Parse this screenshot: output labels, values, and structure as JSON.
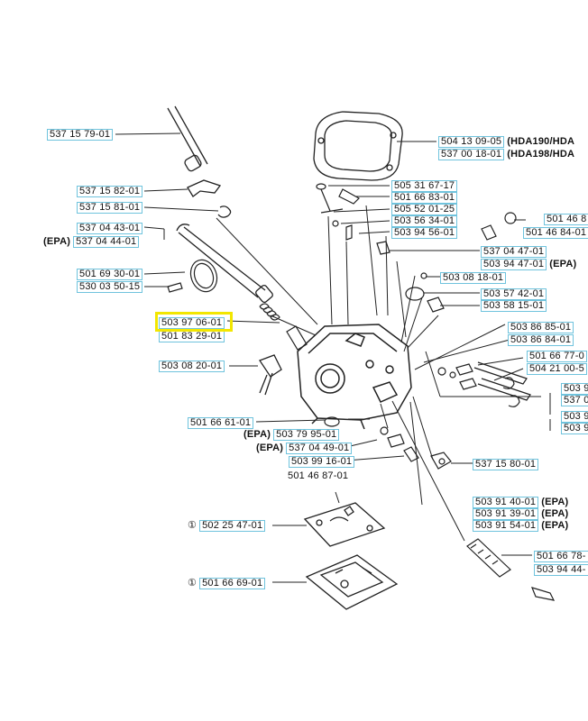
{
  "accent_colors": {
    "label_box": "#6fc3dd",
    "highlight": "#f2e600",
    "line": "#222222"
  },
  "labels": [
    {
      "id": "l1",
      "part": "537 15 79-01"
    },
    {
      "id": "l2",
      "part": "504 13 09-05",
      "suffix": "(HDA190/HDA"
    },
    {
      "id": "l3",
      "part": "537 00 18-01",
      "suffix": "(HDA198/HDA"
    },
    {
      "id": "l4",
      "part": "505 31 67-17"
    },
    {
      "id": "l5",
      "part": "501 66 83-01"
    },
    {
      "id": "l6",
      "part": "505 52 01-25"
    },
    {
      "id": "l7",
      "part": "503 56 34-01"
    },
    {
      "id": "l8",
      "part": "503 94 56-01"
    },
    {
      "id": "l9",
      "part": "537 15 82-01"
    },
    {
      "id": "l10",
      "part": "537 15 81-01"
    },
    {
      "id": "l11",
      "part": "537 04 43-01"
    },
    {
      "id": "l12",
      "prefix": "(EPA)",
      "part": "537 04 44-01"
    },
    {
      "id": "l13",
      "part": "501 46 8"
    },
    {
      "id": "l14",
      "part": "501 46 84-01"
    },
    {
      "id": "l15",
      "part": "537 04 47-01"
    },
    {
      "id": "l16",
      "part": "503 94 47-01",
      "suffix": "(EPA)"
    },
    {
      "id": "l17",
      "part": "503 08 18-01"
    },
    {
      "id": "l18",
      "part": "501 69 30-01"
    },
    {
      "id": "l19",
      "part": "530 03 50-15"
    },
    {
      "id": "l20",
      "part": "503 57 42-01"
    },
    {
      "id": "l21",
      "part": "503 58 15-01"
    },
    {
      "id": "l22",
      "part": "503 97 06-01",
      "highlight": true
    },
    {
      "id": "l23",
      "part": "501 83 29-01"
    },
    {
      "id": "l24",
      "part": "503 86 85-01"
    },
    {
      "id": "l25",
      "part": "503 86 84-01"
    },
    {
      "id": "l26",
      "part": "501 66 77-0"
    },
    {
      "id": "l27",
      "part": "504 21 00-5"
    },
    {
      "id": "l28",
      "part": "503 08 20-01"
    },
    {
      "id": "l29",
      "part": "503 9"
    },
    {
      "id": "l30",
      "part": "537 0"
    },
    {
      "id": "l31",
      "part": "503 9"
    },
    {
      "id": "l32",
      "part": "503 9"
    },
    {
      "id": "l33",
      "part": "501 66 61-01"
    },
    {
      "id": "l34",
      "prefix": "(EPA)",
      "part": "503 79 95-01"
    },
    {
      "id": "l35",
      "prefix": "(EPA)",
      "part": "537 04 49-01"
    },
    {
      "id": "l36",
      "part": "503 99 16-01"
    },
    {
      "id": "l37",
      "part": "537 15 80-01"
    },
    {
      "id": "l38",
      "part": "501 46 87-01",
      "plain": true
    },
    {
      "id": "l39",
      "part": "503 91 40-01",
      "suffix": "(EPA)"
    },
    {
      "id": "l40",
      "part": "503 91 39-01",
      "suffix": "(EPA)"
    },
    {
      "id": "l41",
      "part": "503 91 54-01",
      "suffix": "(EPA)"
    },
    {
      "id": "l42",
      "circled": "①",
      "part": "502 25 47-01"
    },
    {
      "id": "l43",
      "part": "501 66 78-"
    },
    {
      "id": "l44",
      "part": "503 94 44-"
    },
    {
      "id": "l45",
      "circled": "①",
      "part": "501 66 69-01"
    }
  ]
}
